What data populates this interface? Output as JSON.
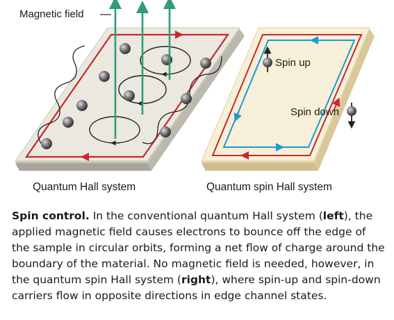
{
  "figure": {
    "labels": {
      "magnetic_field": "Magnetic field",
      "spin_up": "Spin up",
      "spin_down": "Spin down",
      "left_panel": "Quantum Hall system",
      "right_panel": "Quantum spin Hall system"
    },
    "colors": {
      "plate_left": "#ebe8df",
      "plate_right": "#f7efd8",
      "edge_channel": "#c8282c",
      "spin_channel": "#1a9bd0",
      "field_line": "#2f9c7a",
      "electron": "#6e6e6e"
    }
  },
  "caption": {
    "title": "Spin control.",
    "part1": " In the conventional quantum Hall system (",
    "left": "left",
    "part2": "), the applied magnetic field causes electrons to bounce off the edge of the sample in circular orbits, forming a net flow of charge around the boundary of the material. No magnetic field is needed, however, in the quantum spin Hall system (",
    "right": "right",
    "part3": "), where spin-up and spin-down carriers flow in opposite directions in edge channel states."
  }
}
